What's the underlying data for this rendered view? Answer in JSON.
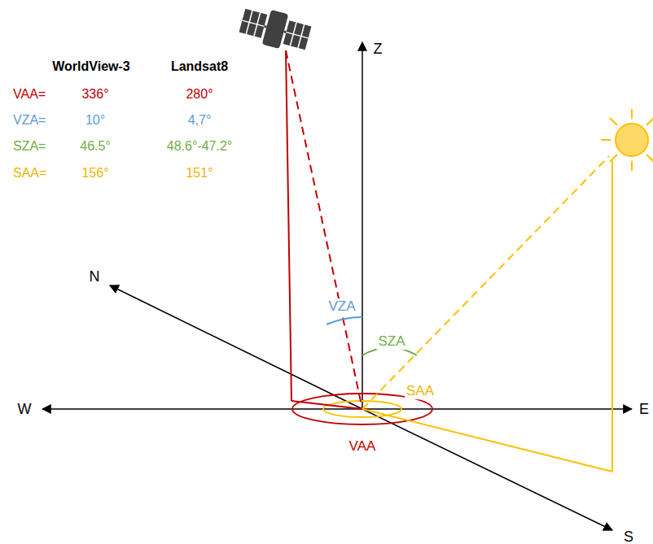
{
  "diagram": {
    "labels": [
      "WorldView-3",
      "Landsat8",
      "VAA=",
      "336°",
      "280°",
      "VZA=",
      "10°",
      "4,7°",
      "SZA=",
      "46.5°",
      "48.6°-47.2°",
      "SAA=",
      "156°",
      "151°",
      "Z",
      "N",
      "W",
      "E",
      "S",
      "VZA",
      "SZA",
      "SAA",
      "VAA"
    ]
  }
}
